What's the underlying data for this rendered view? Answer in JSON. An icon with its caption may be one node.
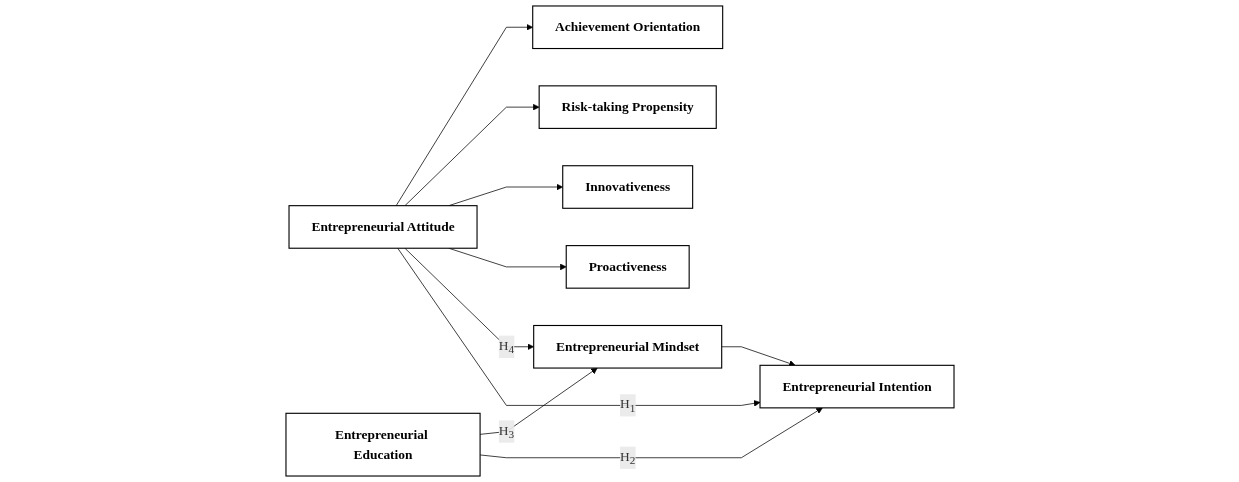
{
  "diagram": {
    "nodes": [
      {
        "text": [
          "Entrepreneurial Education"
        ]
      },
      {
        "text": [
          "Achievement Orientation"
        ]
      },
      {
        "text": [
          "Risk-taking Propensity"
        ]
      },
      {
        "text": [
          "Innovativeness"
        ]
      },
      {
        "text": [
          "Proactiveness"
        ]
      },
      {
        "text": [
          "Entrepreneurial Attitude"
        ]
      },
      {
        "text": [
          "Entrepreneurial Mindset"
        ]
      },
      {
        "text": [
          "Entrepreneurial Intention"
        ]
      }
    ],
    "edges": [
      {
        "from": 5,
        "to": 1,
        "arrow": "to"
      },
      {
        "from": 5,
        "to": 2,
        "arrow": "to"
      },
      {
        "from": 5,
        "to": 3,
        "arrow": "to"
      },
      {
        "from": 5,
        "to": 4,
        "arrow": "to"
      },
      {
        "from": 0,
        "to": 6,
        "arrow": "to",
        "label": "H$_{3}$"
      },
      {
        "from": 0,
        "to": 7,
        "arrow": "to",
        "label": "H$_{2}$"
      },
      {
        "from": 5,
        "to": 6,
        "arrow": "to",
        "label": "H$_{4}$"
      },
      {
        "from": 5,
        "to": 7,
        "arrow": "to",
        "label": "H$_{1}$"
      },
      {
        "from": 6,
        "to": 7,
        "arrow": "to"
      }
    ]
  }
}
